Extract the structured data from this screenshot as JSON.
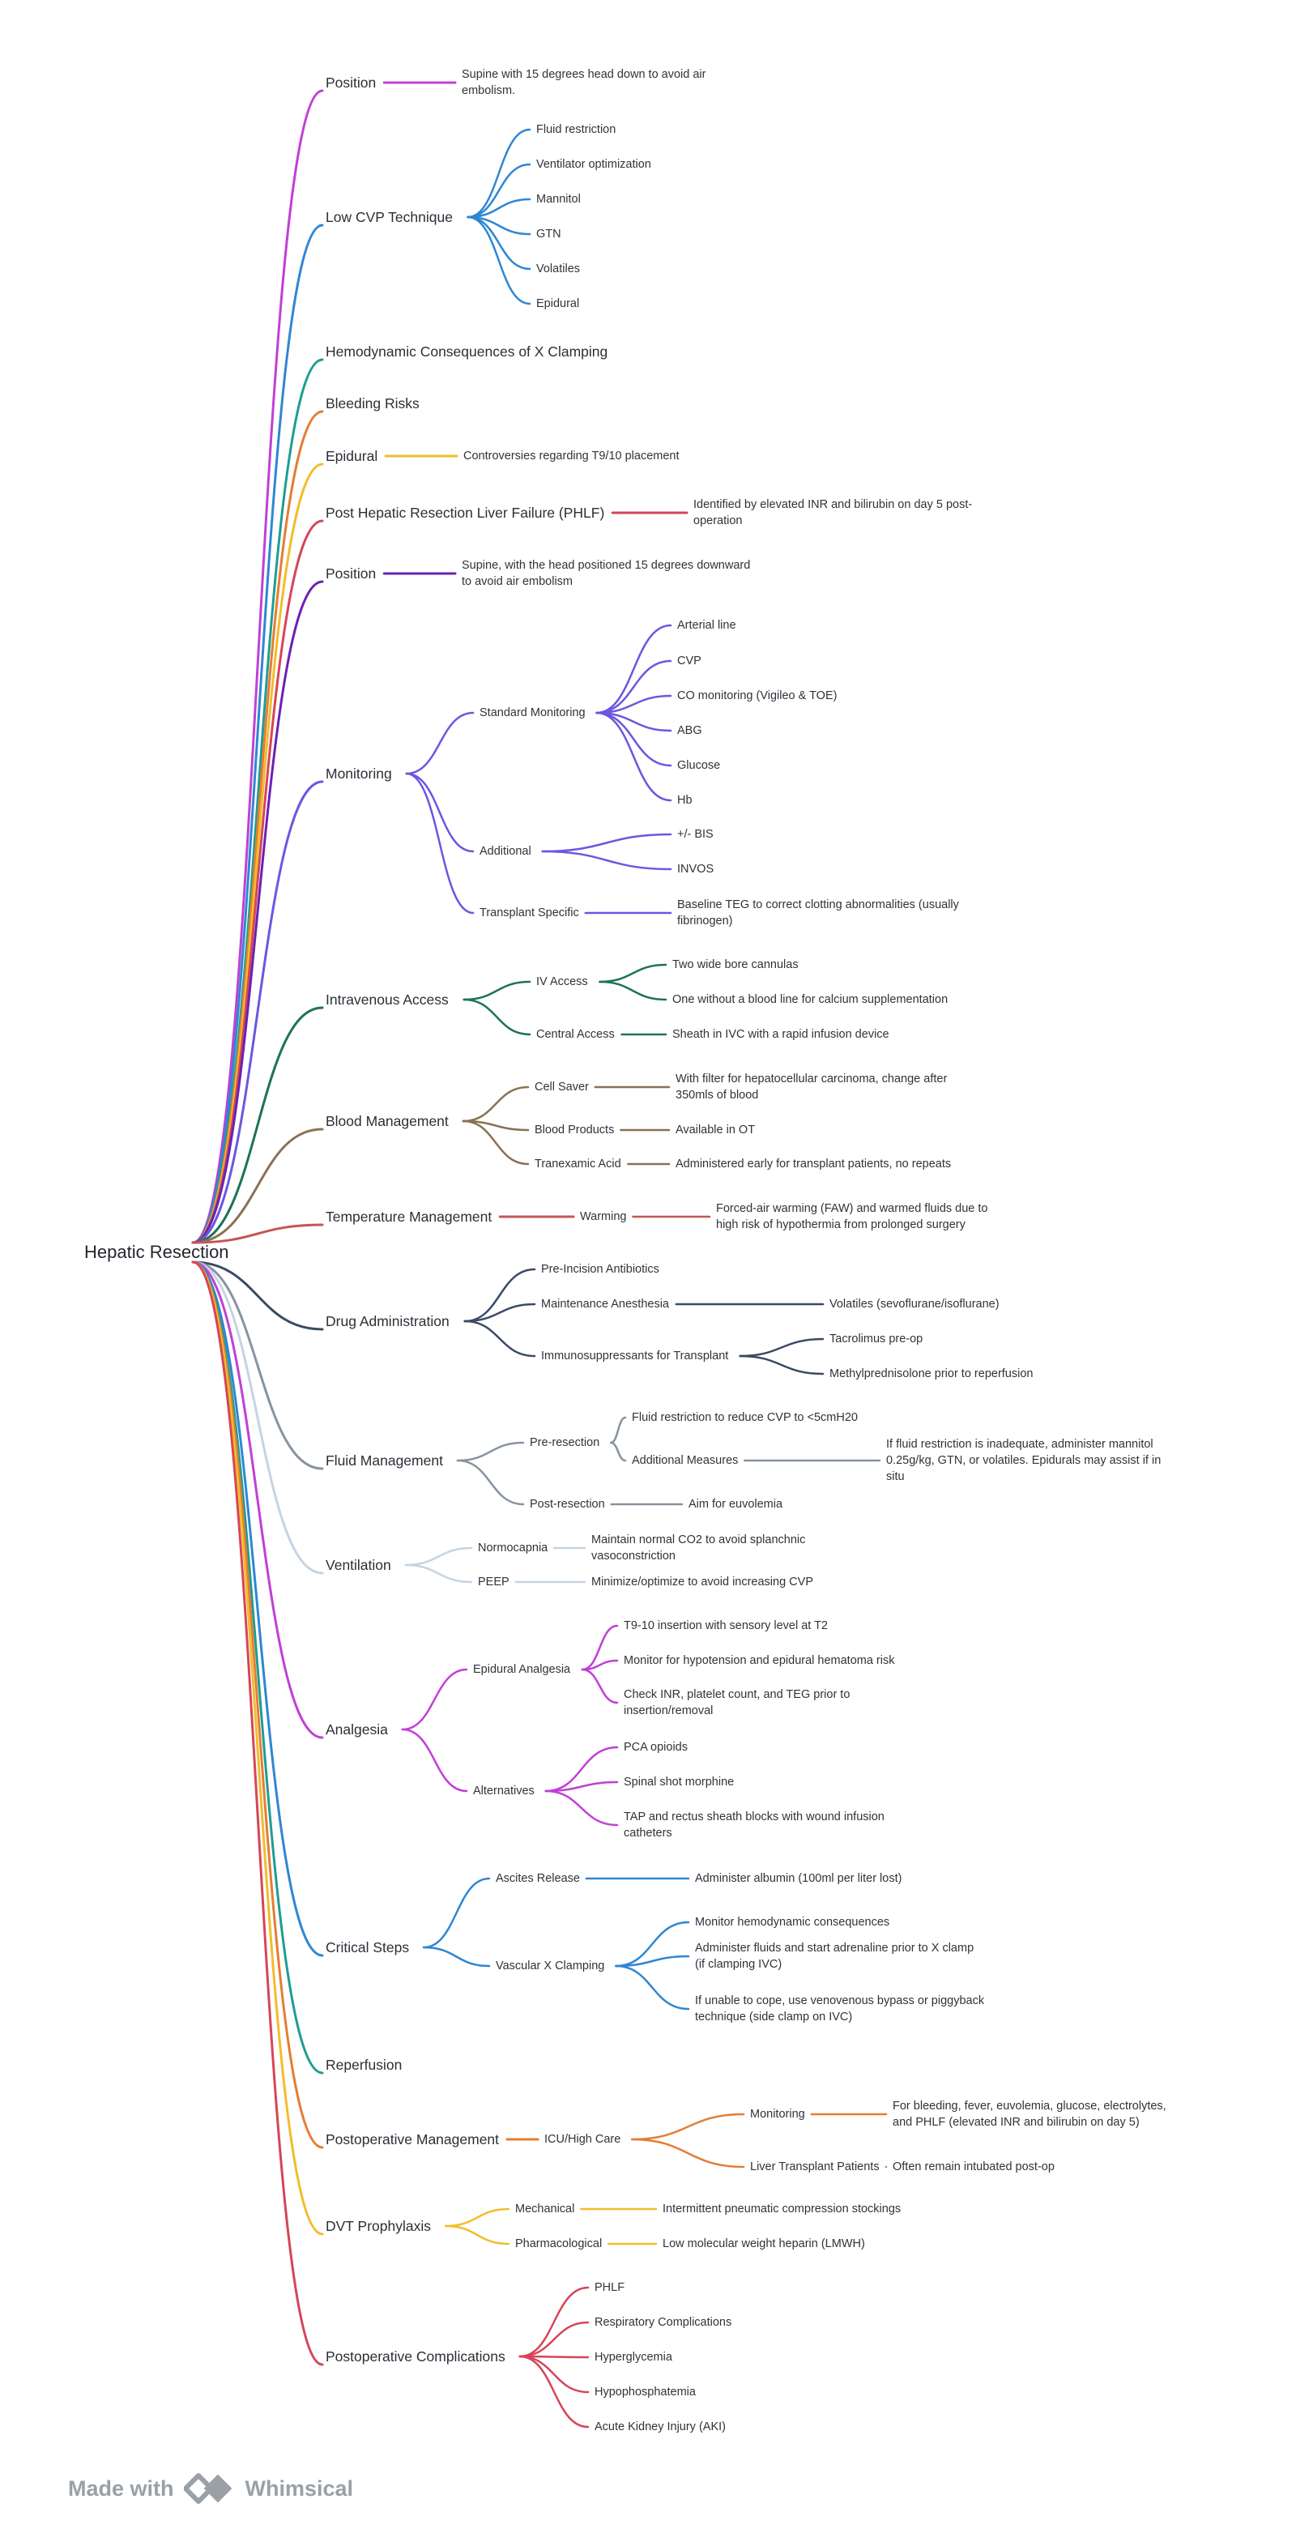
{
  "colors": {
    "position": "#c13fd6",
    "low_cvp": "#2f86d3",
    "hemodynamic": "#1e9d93",
    "bleeding": "#e47d35",
    "epidural": "#f2bd2a",
    "phlf": "#d64557",
    "position2": "#6a21b5",
    "monitoring": "#6b57e0",
    "iv": "#1d7355",
    "blood": "#8a7155",
    "temperature": "#c55555",
    "drug": "#3a4a66",
    "fluid": "#8793a1",
    "ventilation": "#c6d4e2",
    "analgesia": "#c13fd6",
    "critical": "#2f86d3",
    "reperfusion": "#1e9d93",
    "postop": "#e47d35",
    "dvt": "#f2bd2a",
    "complications": "#d64557",
    "footer_gray": "#9aa0a6"
  },
  "footer": {
    "text": "Made with",
    "brand": "Whimsical",
    "logo_icon": "whimsical-logo-icon"
  },
  "map": {
    "root": "Hepatic Resection",
    "branches": [
      {
        "label": "Position",
        "color_key": "position",
        "children": [
          {
            "label": "Supine with 15 degrees head down to avoid air embolism."
          }
        ]
      },
      {
        "label": "Low CVP Technique",
        "color_key": "low_cvp",
        "children": [
          {
            "label": "Fluid restriction"
          },
          {
            "label": "Ventilator optimization"
          },
          {
            "label": "Mannitol"
          },
          {
            "label": "GTN"
          },
          {
            "label": "Volatiles"
          },
          {
            "label": "Epidural"
          }
        ]
      },
      {
        "label": "Hemodynamic Consequences of X Clamping",
        "color_key": "hemodynamic",
        "children": []
      },
      {
        "label": "Bleeding Risks",
        "color_key": "bleeding",
        "children": []
      },
      {
        "label": "Epidural",
        "color_key": "epidural",
        "children": [
          {
            "label": "Controversies regarding T9/10 placement"
          }
        ]
      },
      {
        "label": "Post Hepatic Resection Liver Failure (PHLF)",
        "color_key": "phlf",
        "children": [
          {
            "label": "Identified by elevated INR and bilirubin on day 5 post-operation"
          }
        ]
      },
      {
        "label": "Position",
        "color_key": "position2",
        "children": [
          {
            "label": "Supine, with the head positioned 15 degrees downward to avoid air embolism"
          }
        ]
      },
      {
        "label": "Monitoring",
        "color_key": "monitoring",
        "children": [
          {
            "label": "Standard Monitoring",
            "children": [
              {
                "label": "Arterial line"
              },
              {
                "label": "CVP"
              },
              {
                "label": "CO monitoring (Vigileo & TOE)"
              },
              {
                "label": "ABG"
              },
              {
                "label": "Glucose"
              },
              {
                "label": "Hb"
              }
            ]
          },
          {
            "label": "Additional",
            "children": [
              {
                "label": "+/- BIS"
              },
              {
                "label": "INVOS"
              }
            ]
          },
          {
            "label": "Transplant Specific",
            "children": [
              {
                "label": "Baseline TEG to correct clotting abnormalities (usually fibrinogen)"
              }
            ]
          }
        ]
      },
      {
        "label": "Intravenous Access",
        "color_key": "iv",
        "children": [
          {
            "label": "IV Access",
            "children": [
              {
                "label": "Two wide bore cannulas"
              },
              {
                "label": "One without a blood line for calcium supplementation"
              }
            ]
          },
          {
            "label": "Central Access",
            "children": [
              {
                "label": "Sheath in IVC with a rapid infusion device"
              }
            ]
          }
        ]
      },
      {
        "label": "Blood Management",
        "color_key": "blood",
        "children": [
          {
            "label": "Cell Saver",
            "children": [
              {
                "label": "With filter for hepatocellular carcinoma, change after 350mls of blood"
              }
            ]
          },
          {
            "label": "Blood Products",
            "children": [
              {
                "label": "Available in OT"
              }
            ]
          },
          {
            "label": "Tranexamic Acid",
            "children": [
              {
                "label": "Administered early for transplant patients, no repeats"
              }
            ]
          }
        ]
      },
      {
        "label": "Temperature Management",
        "color_key": "temperature",
        "children": [
          {
            "label": "Warming",
            "children": [
              {
                "label": "Forced-air warming (FAW) and warmed fluids due to high risk of hypothermia from prolonged surgery"
              }
            ]
          }
        ]
      },
      {
        "label": "Drug Administration",
        "color_key": "drug",
        "children": [
          {
            "label": "Pre-Incision Antibiotics"
          },
          {
            "label": "Maintenance Anesthesia",
            "children": [
              {
                "label": "Volatiles (sevoflurane/isoflurane)"
              }
            ]
          },
          {
            "label": "Immunosuppressants for Transplant",
            "children": [
              {
                "label": "Tacrolimus pre-op"
              },
              {
                "label": "Methylprednisolone prior to reperfusion"
              }
            ]
          }
        ]
      },
      {
        "label": "Fluid Management",
        "color_key": "fluid",
        "children": [
          {
            "label": "Pre-resection",
            "children": [
              {
                "label": "Fluid restriction to reduce CVP to <5cmH20"
              },
              {
                "label": "Additional Measures",
                "children": [
                  {
                    "label": "If fluid restriction is inadequate, administer mannitol 0.25g/kg, GTN, or volatiles. Epidurals may assist if in situ"
                  }
                ]
              }
            ]
          },
          {
            "label": "Post-resection",
            "children": [
              {
                "label": "Aim for euvolemia"
              }
            ]
          }
        ]
      },
      {
        "label": "Ventilation",
        "color_key": "ventilation",
        "children": [
          {
            "label": "Normocapnia",
            "children": [
              {
                "label": "Maintain normal CO2 to avoid splanchnic vasoconstriction"
              }
            ]
          },
          {
            "label": "PEEP",
            "children": [
              {
                "label": "Minimize/optimize to avoid increasing CVP"
              }
            ]
          }
        ]
      },
      {
        "label": "Analgesia",
        "color_key": "analgesia",
        "children": [
          {
            "label": "Epidural Analgesia",
            "children": [
              {
                "label": "T9-10 insertion with sensory level at T2"
              },
              {
                "label": "Monitor for hypotension and epidural hematoma risk"
              },
              {
                "label": "Check INR, platelet count, and TEG prior to insertion/removal"
              }
            ]
          },
          {
            "label": "Alternatives",
            "children": [
              {
                "label": "PCA opioids"
              },
              {
                "label": "Spinal shot morphine"
              },
              {
                "label": "TAP and rectus sheath blocks with wound infusion catheters"
              }
            ]
          }
        ]
      },
      {
        "label": "Critical Steps",
        "color_key": "critical",
        "children": [
          {
            "label": "Ascites Release",
            "children": [
              {
                "label": "Administer albumin (100ml per liter lost)"
              }
            ]
          },
          {
            "label": "Vascular X Clamping",
            "children": [
              {
                "label": "Monitor hemodynamic consequences"
              },
              {
                "label": "Administer fluids and start adrenaline prior to X clamp (if clamping IVC)"
              },
              {
                "label": "If unable to cope, use venovenous bypass or piggyback technique (side clamp on IVC)"
              }
            ]
          }
        ]
      },
      {
        "label": "Reperfusion",
        "color_key": "reperfusion",
        "children": []
      },
      {
        "label": "Postoperative Management",
        "color_key": "postop",
        "children": [
          {
            "label": "ICU/High Care",
            "children": [
              {
                "label": "Monitoring",
                "children": [
                  {
                    "label": "For bleeding, fever, euvolemia, glucose, electrolytes, and PHLF (elevated INR and bilirubin on day 5)"
                  }
                ]
              },
              {
                "label": "Liver Transplant Patients",
                "children": [
                  {
                    "label": "Often remain intubated post-op"
                  }
                ]
              }
            ]
          }
        ]
      },
      {
        "label": "DVT Prophylaxis",
        "color_key": "dvt",
        "children": [
          {
            "label": "Mechanical",
            "children": [
              {
                "label": "Intermittent pneumatic compression stockings"
              }
            ]
          },
          {
            "label": "Pharmacological",
            "children": [
              {
                "label": "Low molecular weight heparin (LMWH)"
              }
            ]
          }
        ]
      },
      {
        "label": "Postoperative Complications",
        "color_key": "complications",
        "children": [
          {
            "label": "PHLF"
          },
          {
            "label": "Respiratory Complications"
          },
          {
            "label": "Hyperglycemia"
          },
          {
            "label": "Hypophosphatemia"
          },
          {
            "label": "Acute Kidney Injury (AKI)"
          }
        ]
      }
    ]
  }
}
